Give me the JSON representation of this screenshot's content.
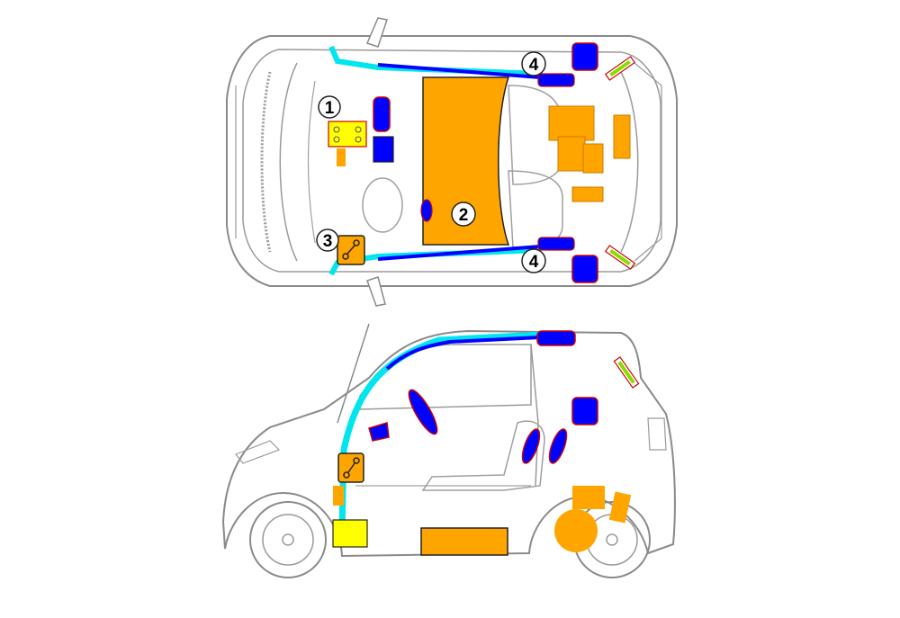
{
  "callouts": [
    {
      "id": "1",
      "label": "1"
    },
    {
      "id": "2",
      "label": "2"
    },
    {
      "id": "3",
      "label": "3"
    },
    {
      "id": "4a",
      "label": "4"
    },
    {
      "id": "4b",
      "label": "4"
    }
  ],
  "colors": {
    "body_outline": "#8a8a8a",
    "battery_12v": "#ffff00",
    "high_voltage": "#ffa500",
    "airbag": "#0000ff",
    "airbag_outline": "#cc0000",
    "roof_rail": "#00e5ee",
    "gas_strut": "#88dd00",
    "component_outline": "#222222"
  }
}
